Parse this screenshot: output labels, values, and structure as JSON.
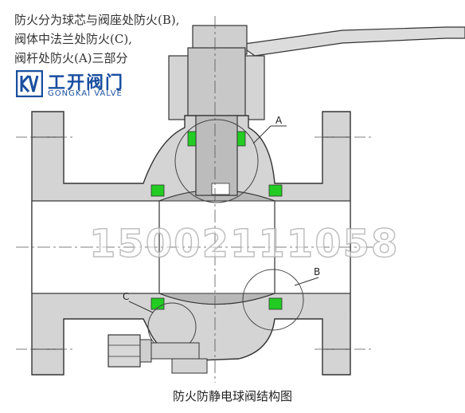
{
  "caption": {
    "line1": "防火分为球芯与阀座处防火(B),",
    "line2": "阀体中法兰处防火(C),",
    "line3": "阀杆处防火(A)三部分"
  },
  "brand": {
    "name_cn": "工开阀门",
    "name_en": "GONGKAI VALVE",
    "color": "#1a4fa0"
  },
  "watermark": "15002111058",
  "labels": {
    "a": "A",
    "b": "B",
    "c": "C"
  },
  "title": "防火防静电球阀结构图",
  "colors": {
    "body_fill": "#d4d4d4",
    "seal_green": "#22cc22",
    "ball_fill": "#b8b8b8"
  }
}
